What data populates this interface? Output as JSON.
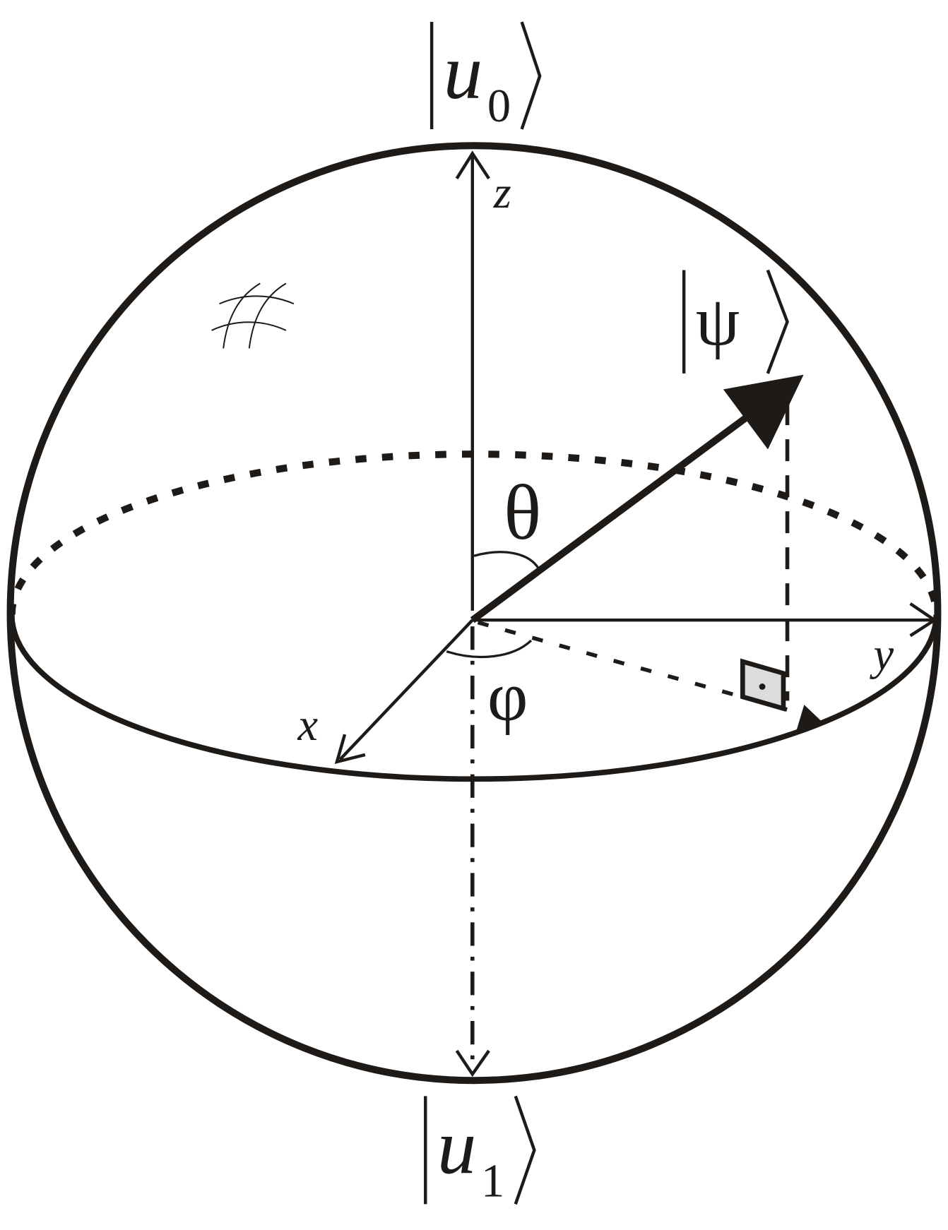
{
  "diagram": {
    "labels": {
      "north_state": "u",
      "north_sub": "0",
      "south_state": "u",
      "south_sub": "1",
      "psi_state": "ψ",
      "z_axis": "z",
      "x_axis": "x",
      "y_axis": "y",
      "theta": "θ",
      "phi": "φ"
    },
    "colors": {
      "stroke": "#1e1a17",
      "right_angle_fill": "#dcdcdc"
    }
  }
}
